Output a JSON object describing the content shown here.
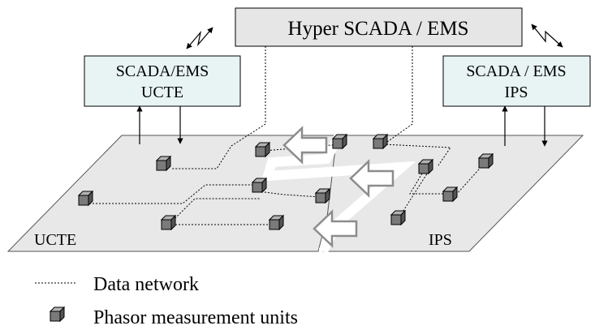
{
  "hyper_box": {
    "label": "Hyper SCADA / EMS"
  },
  "ucte_box": {
    "line1": "SCADA/EMS",
    "line2": "UCTE"
  },
  "ips_box": {
    "line1": "SCADA / EMS",
    "line2": "IPS"
  },
  "regions": {
    "left": "UCTE",
    "right": "IPS"
  },
  "legend": {
    "network_label": "Data network",
    "pmu_label": "Phasor measurement units"
  },
  "colors": {
    "box_fill_hyper": "#e6e6e6",
    "box_fill_regional": "#e8f4f4",
    "plane_fill": "#e8e8e8",
    "pmu_front": "#7a7a7a",
    "pmu_top": "#b3b3b3",
    "pmu_side": "#555555",
    "arrow_outline": "#8c8c8c"
  },
  "icons": [
    "pmu-cube-icon",
    "hollow-arrow-icon",
    "lightning-link-icon"
  ]
}
